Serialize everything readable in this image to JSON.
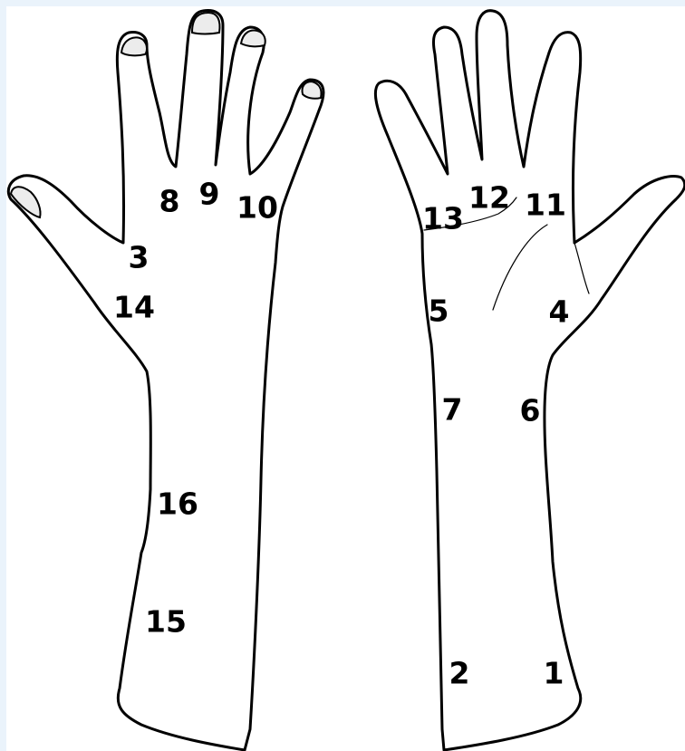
{
  "labels": {
    "p1": "1",
    "p2": "2",
    "p3": "3",
    "p4": "4",
    "p5": "5",
    "p6": "6",
    "p7": "7",
    "p8": "8",
    "p9": "9",
    "p10": "10",
    "p11": "11",
    "p12": "12",
    "p13": "13",
    "p14": "14",
    "p15": "15",
    "p16": "16"
  },
  "colors": {
    "background": "#eaf3fb",
    "canvas": "#ffffff",
    "outline": "#000000",
    "label": "#000000"
  }
}
